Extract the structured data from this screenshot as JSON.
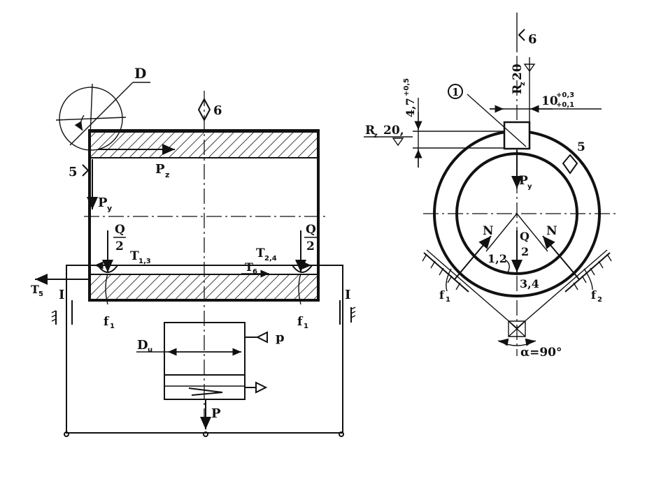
{
  "left": {
    "D": "D",
    "six": "6",
    "five": "5",
    "Pz": "P",
    "Pz_sub": "z",
    "Py": "P",
    "Py_sub": "y",
    "Q_left": "Q",
    "two_left": "2",
    "Q_right": "Q",
    "two_right": "2",
    "T13": "T",
    "T13_sub": "1,3",
    "T24": "T",
    "T24_sub": "2,4",
    "T6": "T",
    "T6_sub": "6",
    "T5": "T",
    "T5_sub": "5",
    "I_left": "I",
    "I_right": "I",
    "f1_left": "f",
    "f1_left_sub": "1",
    "f1_right": "f",
    "f1_right_sub": "1",
    "Du": "D",
    "Du_sub": "u",
    "p": "p",
    "P": "P"
  },
  "right": {
    "six": "6",
    "Rz20_top": "R",
    "Rz20_top_sub": "z",
    "Rz20_top_val": "20",
    "dim_47": "4,7",
    "dim_47_tol": "+0,5",
    "dim_10": "10",
    "dim_10_tol_up": "+0,3",
    "dim_10_tol_lo": "+0,1",
    "circle1": "1",
    "Rz20_left": "R",
    "Rz20_left_sub": "z",
    "Rz20_left_val": "20,",
    "five": "5",
    "Py": "P",
    "Py_sub": "y",
    "N_left": "N",
    "N_right": "N",
    "Q": "Q",
    "two": "2",
    "n12": "1,2",
    "n34": "3,4",
    "f1": "f",
    "f1_sub": "1",
    "f2": "f",
    "f2_sub": "2",
    "alpha": "α=90°"
  }
}
